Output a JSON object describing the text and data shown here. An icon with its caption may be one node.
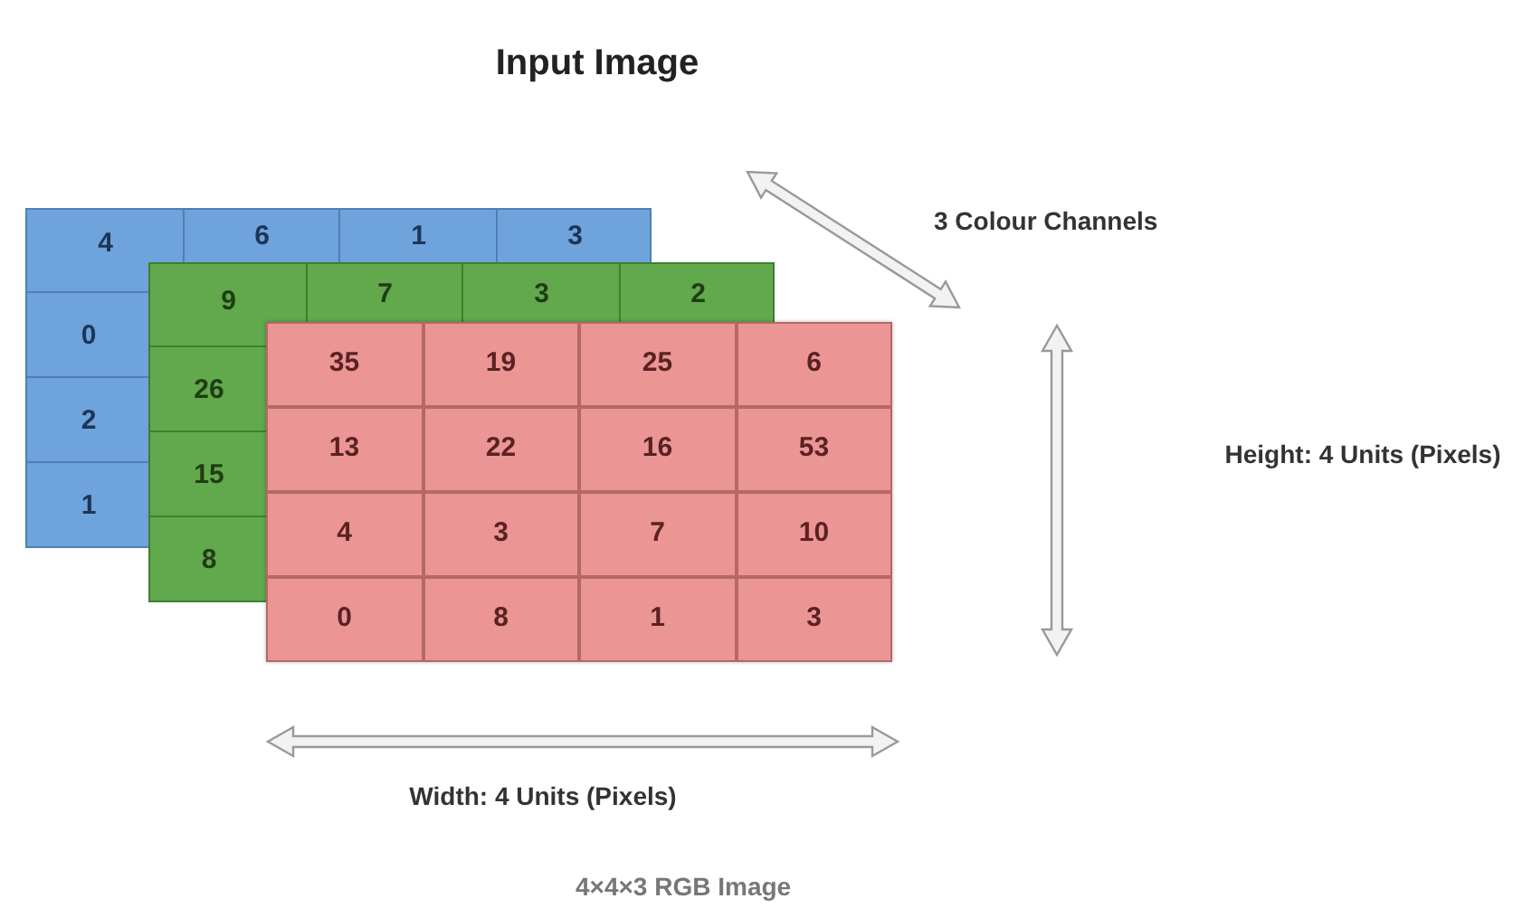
{
  "diagram": {
    "title": "Input Image",
    "nodes": [
      {
        "text": [
          "4",
          "6",
          "1",
          "3",
          "0",
          "2",
          "1"
        ]
      },
      {
        "text": [
          "9",
          "7",
          "3",
          "2",
          "26",
          "15",
          "8"
        ]
      },
      {
        "text": [
          "35",
          "19",
          "25",
          "6",
          "13",
          "22",
          "16",
          "53",
          "4",
          "3",
          "7",
          "10",
          "0",
          "8",
          "1",
          "3"
        ]
      }
    ],
    "labels": [
      "3 Colour Channels",
      "Height: 4 Units (Pixels)",
      "Width: 4 Units (Pixels)",
      "4×4×3 RGB Image"
    ]
  }
}
